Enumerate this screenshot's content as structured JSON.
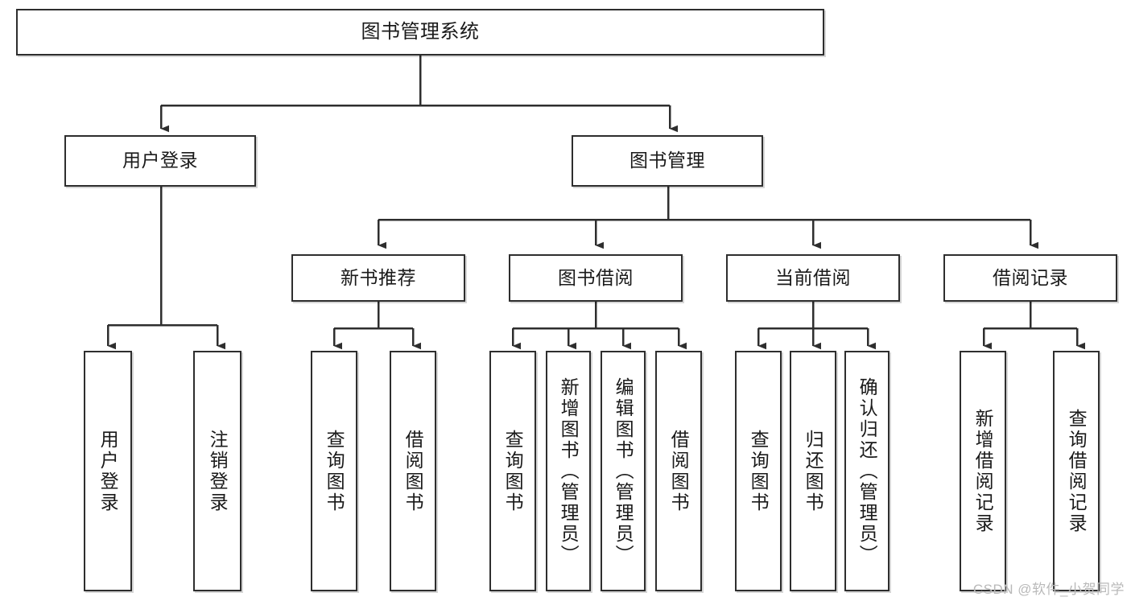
{
  "diagram": {
    "type": "tree",
    "title": "图书管理系统",
    "orientation": "top-down",
    "colors": {
      "box_stroke": "#2e2e2e",
      "box_fill": "#ffffff",
      "edge_stroke": "#2e2e2e",
      "text": "#1a1a1a",
      "watermark": "#b9b9b9"
    },
    "nodes": {
      "root": {
        "label": "图书管理系统",
        "level": 1
      },
      "level2": [
        {
          "id": "user-login",
          "label": "用户登录"
        },
        {
          "id": "book-management",
          "label": "图书管理"
        }
      ],
      "level3": [
        {
          "id": "new-book-recommend",
          "label": "新书推荐"
        },
        {
          "id": "book-borrow",
          "label": "图书借阅"
        },
        {
          "id": "current-borrow",
          "label": "当前借阅"
        },
        {
          "id": "borrow-record",
          "label": "借阅记录"
        }
      ],
      "leaves": {
        "user-login": [
          {
            "id": "leaf-user-login",
            "label": "用户登录"
          },
          {
            "id": "leaf-logout-login",
            "label": "注销登录"
          }
        ],
        "new-book-recommend": [
          {
            "id": "leaf-query-book-1",
            "label": "查询图书"
          },
          {
            "id": "leaf-borrow-book-1",
            "label": "借阅图书"
          }
        ],
        "book-borrow": [
          {
            "id": "leaf-query-book-2",
            "label": "查询图书"
          },
          {
            "id": "leaf-add-book",
            "label": "新增图书（管理员）"
          },
          {
            "id": "leaf-edit-book",
            "label": "编辑图书（管理员）"
          },
          {
            "id": "leaf-borrow-book-2",
            "label": "借阅图书"
          }
        ],
        "current-borrow": [
          {
            "id": "leaf-query-book-3",
            "label": "查询图书"
          },
          {
            "id": "leaf-return-book",
            "label": "归还图书"
          },
          {
            "id": "leaf-confirm-return",
            "label": "确认归还（管理员）"
          }
        ],
        "borrow-record": [
          {
            "id": "leaf-add-record",
            "label": "新增借阅记录"
          },
          {
            "id": "leaf-query-record",
            "label": "查询借阅记录"
          }
        ]
      }
    }
  },
  "watermark": {
    "text": "CSDN @软件_小贺同学"
  }
}
